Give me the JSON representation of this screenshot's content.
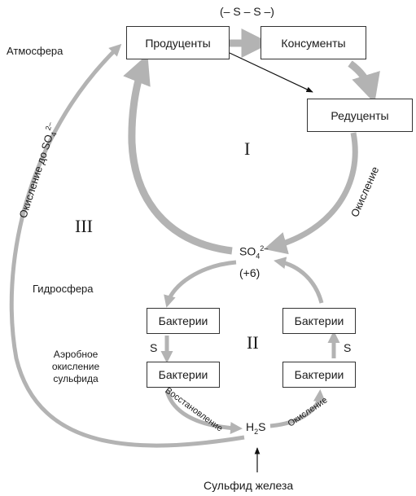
{
  "colors": {
    "arrow": "#b3b3b3",
    "line": "#111111",
    "box_border": "#333333"
  },
  "boxes": {
    "producers": "Продуценты",
    "consumers": "Консументы",
    "reducers": "Редуценты",
    "bacteria_top_left": "Бактерии",
    "bacteria_bottom_left": "Бактерии",
    "bacteria_top_right": "Бактерии",
    "bacteria_bottom_right": "Бактерии"
  },
  "labels": {
    "bond": "(– S – S –)",
    "atmosphere": "Атмосфера",
    "hydrosphere": "Гидросфера",
    "oxidation_to_so4_prefix": "Окисление до SO",
    "so4_sub": "4",
    "so4_sup": "2–",
    "oxidation_right": "Окисление",
    "so4_center_base": "SO",
    "so4_center_sub": "4",
    "so4_center_sup": "2–",
    "oxidation_state": "(+6)",
    "s_left": "S",
    "s_right": "S",
    "reduction": "Восстановление",
    "oxidation_small": "Окисление",
    "h2s_h": "H",
    "h2s_sub": "2",
    "h2s_s": "S",
    "aerobic_1": "Аэробное",
    "aerobic_2": "окисление",
    "aerobic_3": "сульфида",
    "iron_sulfide": "Сульфид железа",
    "roman_1": "I",
    "roman_2": "II",
    "roman_3": "III"
  }
}
